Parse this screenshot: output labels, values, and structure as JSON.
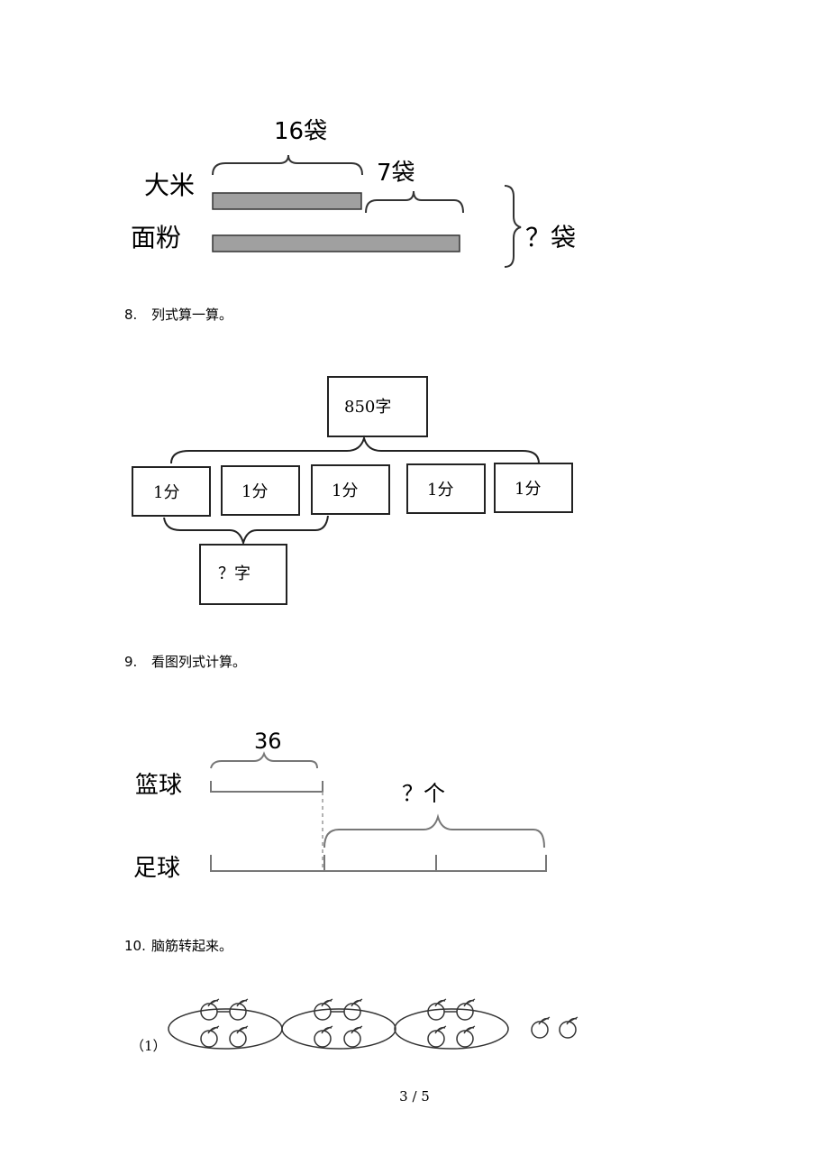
{
  "diagram_rice": {
    "label_rice": "大米",
    "label_flour": "面粉",
    "top_brace_label": "16袋",
    "mid_brace_label": "7袋",
    "right_brace_label": "？袋"
  },
  "question_8": {
    "number": "8.",
    "text": "列式算一算。"
  },
  "diagram_typing": {
    "total_box": "850字",
    "boxes": [
      "1分",
      "1分",
      "1分",
      "1分",
      "1分"
    ],
    "result_box": "？字"
  },
  "question_9": {
    "number": "9.",
    "text": "看图列式计算。"
  },
  "diagram_balls": {
    "label_basketball": "篮球",
    "label_football": "足球",
    "top_brace_label": "36",
    "right_brace_label": "？个"
  },
  "question_10": {
    "number": "10.",
    "text": "脑筋转起来。"
  },
  "apples": {
    "sub_label": "（1）"
  },
  "footer": {
    "page": "3 / 5"
  }
}
